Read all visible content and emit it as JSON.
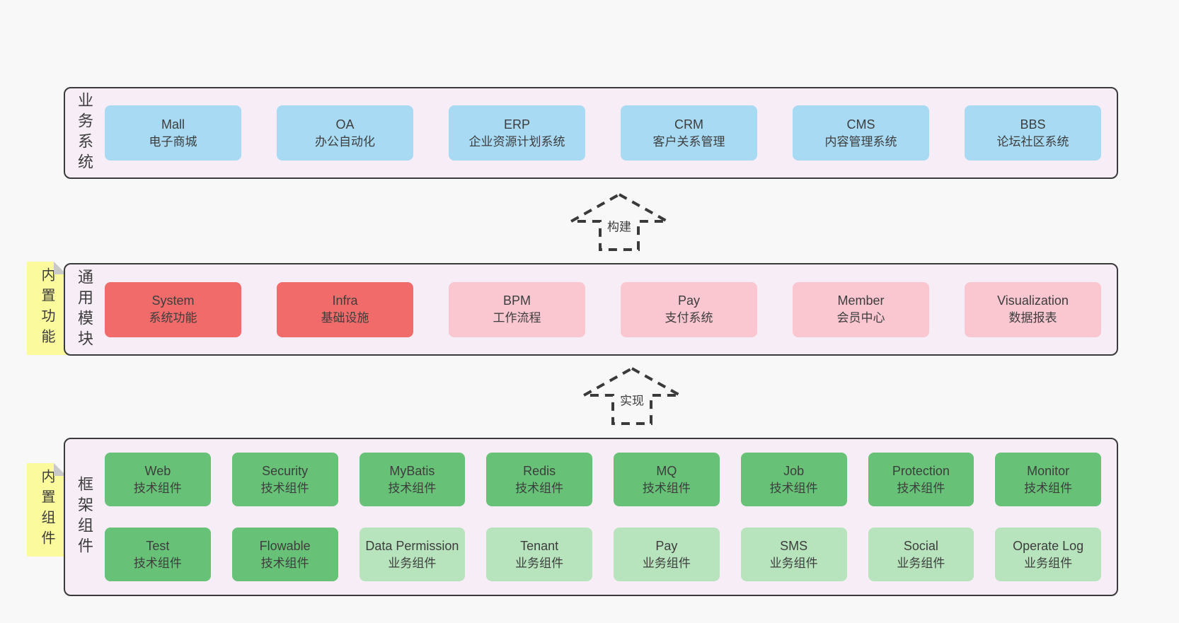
{
  "colors": {
    "page_bg": "#f8f8f8",
    "layer_bg": "#f7edf6",
    "layer_border": "#3a3a3a",
    "text": "#3d3d3d",
    "blue": "#a8daf4",
    "red": "#f26b6b",
    "pink": "#fac7d1",
    "green": "#67c277",
    "light_green": "#b7e4bd",
    "note_yellow": "#fbfa9d",
    "note_fold": "#c9c9c9"
  },
  "layers": [
    {
      "label": "业务系统",
      "rows": [
        [
          {
            "title": "Mall",
            "subtitle": "电子商城",
            "variant": "blue"
          },
          {
            "title": "OA",
            "subtitle": "办公自动化",
            "variant": "blue"
          },
          {
            "title": "ERP",
            "subtitle": "企业资源计划系统",
            "variant": "blue"
          },
          {
            "title": "CRM",
            "subtitle": "客户关系管理",
            "variant": "blue"
          },
          {
            "title": "CMS",
            "subtitle": "内容管理系统",
            "variant": "blue"
          },
          {
            "title": "BBS",
            "subtitle": "论坛社区系统",
            "variant": "blue"
          }
        ]
      ]
    },
    {
      "label": "通用模块",
      "note": "内置功能",
      "rows": [
        [
          {
            "title": "System",
            "subtitle": "系统功能",
            "variant": "red"
          },
          {
            "title": "Infra",
            "subtitle": "基础设施",
            "variant": "red"
          },
          {
            "title": "BPM",
            "subtitle": "工作流程",
            "variant": "pink"
          },
          {
            "title": "Pay",
            "subtitle": "支付系统",
            "variant": "pink"
          },
          {
            "title": "Member",
            "subtitle": "会员中心",
            "variant": "pink"
          },
          {
            "title": "Visualization",
            "subtitle": "数据报表",
            "variant": "pink"
          }
        ]
      ]
    },
    {
      "label": "框架组件",
      "note": "内置组件",
      "rows": [
        [
          {
            "title": "Web",
            "subtitle": "技术组件",
            "variant": "green"
          },
          {
            "title": "Security",
            "subtitle": "技术组件",
            "variant": "green"
          },
          {
            "title": "MyBatis",
            "subtitle": "技术组件",
            "variant": "green"
          },
          {
            "title": "Redis",
            "subtitle": "技术组件",
            "variant": "green"
          },
          {
            "title": "MQ",
            "subtitle": "技术组件",
            "variant": "green"
          },
          {
            "title": "Job",
            "subtitle": "技术组件",
            "variant": "green"
          },
          {
            "title": "Protection",
            "subtitle": "技术组件",
            "variant": "green"
          },
          {
            "title": "Monitor",
            "subtitle": "技术组件",
            "variant": "green"
          }
        ],
        [
          {
            "title": "Test",
            "subtitle": "技术组件",
            "variant": "green"
          },
          {
            "title": "Flowable",
            "subtitle": "技术组件",
            "variant": "green"
          },
          {
            "title": "Data Permission",
            "subtitle": "业务组件",
            "variant": "lightgreen"
          },
          {
            "title": "Tenant",
            "subtitle": "业务组件",
            "variant": "lightgreen"
          },
          {
            "title": "Pay",
            "subtitle": "业务组件",
            "variant": "lightgreen"
          },
          {
            "title": "SMS",
            "subtitle": "业务组件",
            "variant": "lightgreen"
          },
          {
            "title": "Social",
            "subtitle": "业务组件",
            "variant": "lightgreen"
          },
          {
            "title": "Operate Log",
            "subtitle": "业务组件",
            "variant": "lightgreen"
          }
        ]
      ]
    }
  ],
  "arrows": [
    {
      "label": "构建"
    },
    {
      "label": "实现"
    }
  ]
}
